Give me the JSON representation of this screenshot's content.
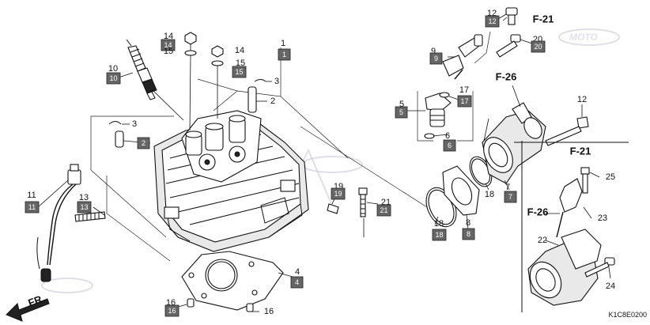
{
  "diagram": {
    "diagram_code": "K1C8E0200",
    "front_label": "FR.",
    "references": [
      "F-21",
      "F-26",
      "F-26",
      "F-21"
    ],
    "callouts": [
      {
        "number": "1",
        "box": "1"
      },
      {
        "number": "2",
        "box": "2"
      },
      {
        "number": "3",
        "box": ""
      },
      {
        "number": "3",
        "box": ""
      },
      {
        "number": "4",
        "box": "4"
      },
      {
        "number": "5",
        "box": "5"
      },
      {
        "number": "6",
        "box": "6"
      },
      {
        "number": "7",
        "box": "7"
      },
      {
        "number": "8",
        "box": "8"
      },
      {
        "number": "9",
        "box": "9"
      },
      {
        "number": "10",
        "box": "10"
      },
      {
        "number": "11",
        "box": "11"
      },
      {
        "number": "12",
        "box": "12"
      },
      {
        "number": "12",
        "box": ""
      },
      {
        "number": "13",
        "box": "13"
      },
      {
        "number": "14",
        "box": "14"
      },
      {
        "number": "14",
        "box": ""
      },
      {
        "number": "15",
        "box": "15"
      },
      {
        "number": "15",
        "box": ""
      },
      {
        "number": "16",
        "box": "16"
      },
      {
        "number": "16",
        "box": ""
      },
      {
        "number": "17",
        "box": "17"
      },
      {
        "number": "18",
        "box": "18"
      },
      {
        "number": "18",
        "box": ""
      },
      {
        "number": "19",
        "box": "19"
      },
      {
        "number": "20",
        "box": "20"
      },
      {
        "number": "21",
        "box": "21"
      },
      {
        "number": "22",
        "box": ""
      },
      {
        "number": "23",
        "box": ""
      },
      {
        "number": "24",
        "box": ""
      },
      {
        "number": "25",
        "box": ""
      }
    ]
  },
  "watermark": {
    "text": "MOTO",
    "color": "#c9c9d6"
  }
}
